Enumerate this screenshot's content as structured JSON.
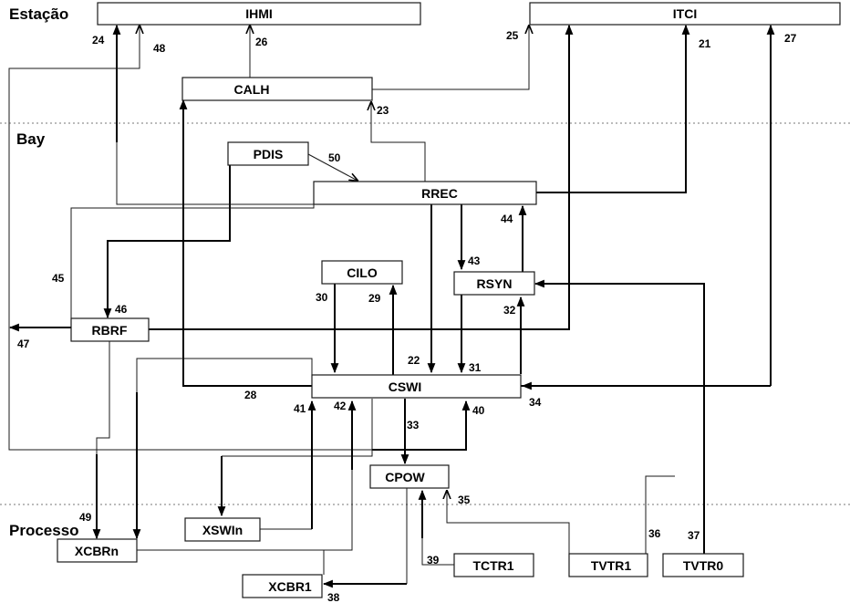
{
  "levels": {
    "station": "Estação",
    "bay": "Bay",
    "process": "Processo"
  },
  "nodes": {
    "ihmi": "IHMI",
    "itci": "ITCI",
    "calh": "CALH",
    "pdis": "PDIS",
    "rrec": "RREC",
    "cilo": "CILO",
    "rsyn": "RSYN",
    "rbrf": "RBRF",
    "cswi": "CSWI",
    "cpow": "CPOW",
    "xswin": "XSWIn",
    "xcbrn": "XCBRn",
    "xcbr1": "XCBR1",
    "tctr1": "TCTR1",
    "tvtr1": "TVTR1",
    "tvtr0": "TVTR0"
  },
  "labels": {
    "l21": "21",
    "l22": "22",
    "l23": "23",
    "l24": "24",
    "l25": "25",
    "l26": "26",
    "l27": "27",
    "l28": "28",
    "l29": "29",
    "l30": "30",
    "l31": "31",
    "l32": "32",
    "l33": "33",
    "l34": "34",
    "l35": "35",
    "l36": "36",
    "l37": "37",
    "l38": "38",
    "l39": "39",
    "l40": "40",
    "l41": "41",
    "l42": "42",
    "l43": "43",
    "l44": "44",
    "l45": "45",
    "l46": "46",
    "l47": "47",
    "l48": "48",
    "l49": "49",
    "l50": "50"
  }
}
